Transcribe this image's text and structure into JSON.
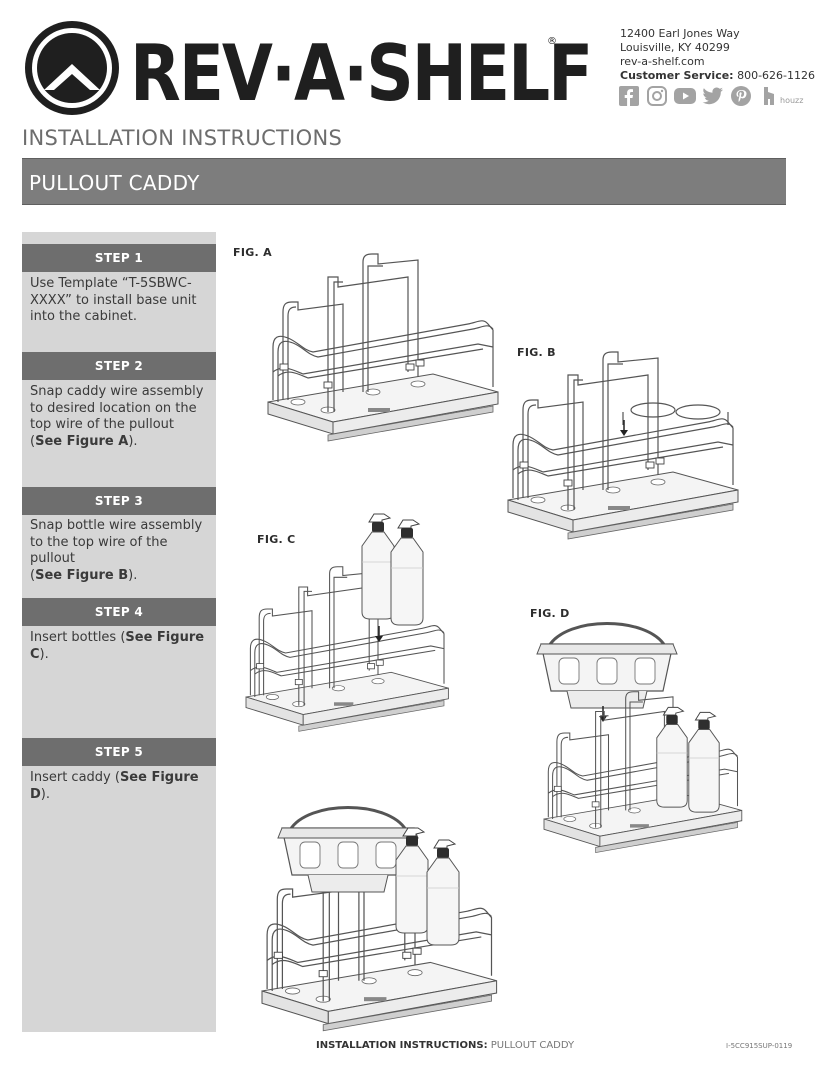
{
  "header": {
    "brand": "REV·A·SHELF",
    "registered": "®",
    "address_line1": "12400 Earl Jones Way",
    "address_line2": "Louisville, KY 40299",
    "website": "rev-a-shelf.com",
    "service_label": "Customer Service:",
    "service_phone": "800-626-1126",
    "social_icons": [
      "facebook-icon",
      "instagram-icon",
      "youtube-icon",
      "twitter-icon",
      "pinterest-icon",
      "houzz-icon"
    ],
    "houzz_label": "houzz"
  },
  "section_heading": "INSTALLATION INSTRUCTIONS",
  "product_title": "PULLOUT CADDY",
  "steps": [
    {
      "label": "STEP 1",
      "text": "Use Template “T-5SBWC-XXXX” to install base unit into the cabinet.",
      "ref": ""
    },
    {
      "label": "STEP 2",
      "text": "Snap caddy wire assembly to desired location on the top wire of the pullout",
      "ref": "See Figure A"
    },
    {
      "label": "STEP 3",
      "text": "Snap bottle wire assembly to the top wire of the pullout",
      "ref": "See Figure B"
    },
    {
      "label": "STEP 4",
      "text": "Insert bottles (",
      "ref": "See Figure C"
    },
    {
      "label": "STEP 5",
      "text": "Insert caddy (",
      "ref": "See Figure D"
    }
  ],
  "figures": {
    "a": "FIG. A",
    "b": "FIG. B",
    "c": "FIG. C",
    "d": "FIG. D"
  },
  "footer": {
    "bold": "INSTALLATION INSTRUCTIONS:",
    "light": "PULLOUT CADDY",
    "doc_code": "I-5CC915SUP-0119"
  },
  "colors": {
    "title_bar": "#7d7d7d",
    "step_bar": "#6e6e6e",
    "step_column": "#d6d6d6",
    "heading_text": "#6d6d6d"
  }
}
